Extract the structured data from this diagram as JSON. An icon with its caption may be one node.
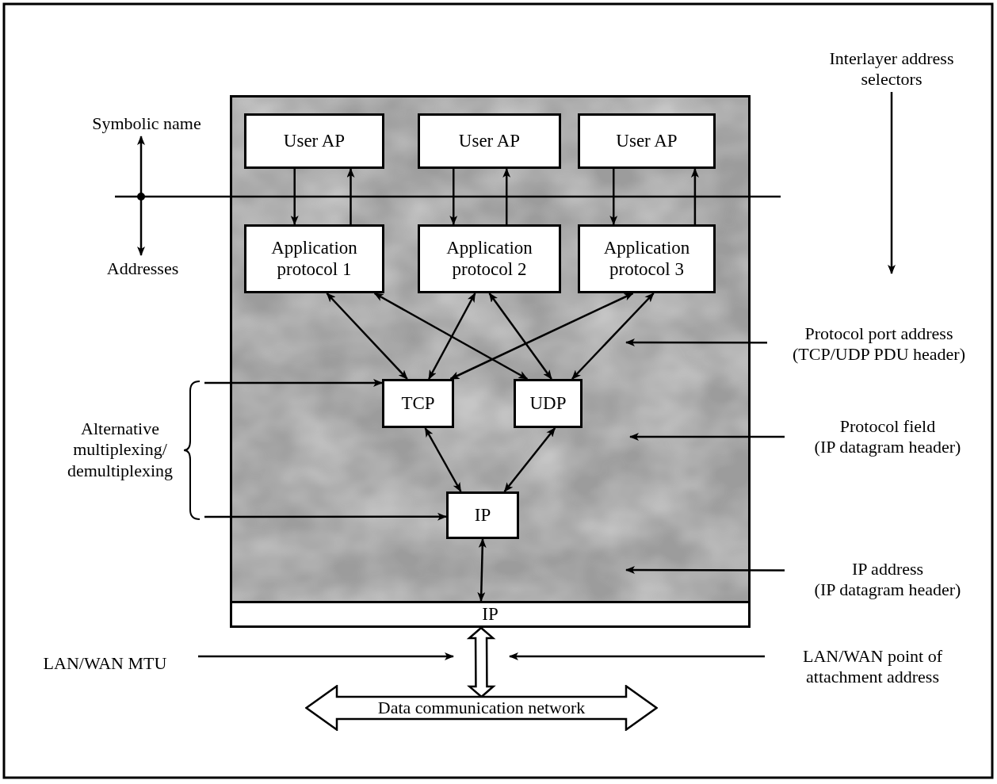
{
  "diagram": {
    "nodes": [
      {
        "text": [],
        "shape": "box"
      },
      {
        "text": [
          "User AP"
        ],
        "in": 0
      },
      {
        "text": [
          "User AP"
        ],
        "in": 0
      },
      {
        "text": [
          "User AP"
        ],
        "in": 0
      },
      {
        "text": [
          "Application protocol 1"
        ],
        "in": 0
      },
      {
        "text": [
          "Application protocol 2"
        ],
        "in": 0
      },
      {
        "text": [
          "Application protocol 3"
        ],
        "in": 0
      },
      {
        "text": [
          "TCP"
        ],
        "in": 0
      },
      {
        "text": [
          "UDP"
        ],
        "in": 0
      },
      {
        "text": [
          "IP"
        ],
        "in": 0
      },
      {
        "text": [
          "IP"
        ],
        "in": 0
      },
      {
        "text": [
          "Data communication network"
        ]
      },
      {
        "text": [
          "Interlayer address selectors"
        ]
      },
      {
        "text": [
          "Protocol port address",
          "(TCP/UDP PDU header)"
        ]
      },
      {
        "text": [
          "Protocol field",
          "(IP datagram header)"
        ]
      },
      {
        "text": [
          "IP address",
          "(IP datagram header)"
        ]
      },
      {
        "text": [
          "LAN/WAN MTU"
        ]
      },
      {
        "text": [
          "LAN/WAN point of attachment address"
        ]
      },
      {
        "text": [
          "Alternative multiplexing/ demultiplexing"
        ]
      }
    ],
    "edges": [
      {
        "from": 1,
        "to": 4,
        "arrow": "to"
      },
      {
        "from": 4,
        "to": 1,
        "arrow": "to"
      },
      {
        "from": 2,
        "to": 5,
        "arrow": "to"
      },
      {
        "from": 5,
        "to": 2,
        "arrow": "to"
      },
      {
        "from": 3,
        "to": 6,
        "arrow": "to"
      },
      {
        "from": 6,
        "to": 3,
        "arrow": "to"
      },
      {
        "from": 4,
        "to": 7,
        "arrow": "both"
      },
      {
        "from": 4,
        "to": 8,
        "arrow": "both"
      },
      {
        "from": 5,
        "to": 7,
        "arrow": "both"
      },
      {
        "from": 5,
        "to": 8,
        "arrow": "both"
      },
      {
        "from": 6,
        "to": 7,
        "arrow": "both"
      },
      {
        "from": 6,
        "to": 8,
        "arrow": "both"
      },
      {
        "from": 7,
        "to": 9,
        "arrow": "both"
      },
      {
        "from": 8,
        "to": 9,
        "arrow": "both"
      },
      {
        "from": 9,
        "to": 10,
        "arrow": "both"
      },
      {
        "from": 10,
        "to": 11,
        "arrow": "both",
        "style": "thick"
      },
      {
        "from": 12,
        "to": null,
        "arrow": "to"
      },
      {
        "from": 13,
        "to": null,
        "arrow": "to"
      },
      {
        "from": 14,
        "to": null,
        "arrow": "to"
      },
      {
        "from": 15,
        "to": null,
        "arrow": "to"
      },
      {
        "from": 16,
        "to": null,
        "arrow": "to"
      },
      {
        "from": 17,
        "to": null,
        "arrow": "to"
      },
      {
        "from": 18,
        "to": 7,
        "arrow": "to"
      },
      {
        "from": 18,
        "to": 9,
        "arrow": "to"
      }
    ],
    "labels": [
      "Symbolic name",
      "Addresses"
    ]
  }
}
